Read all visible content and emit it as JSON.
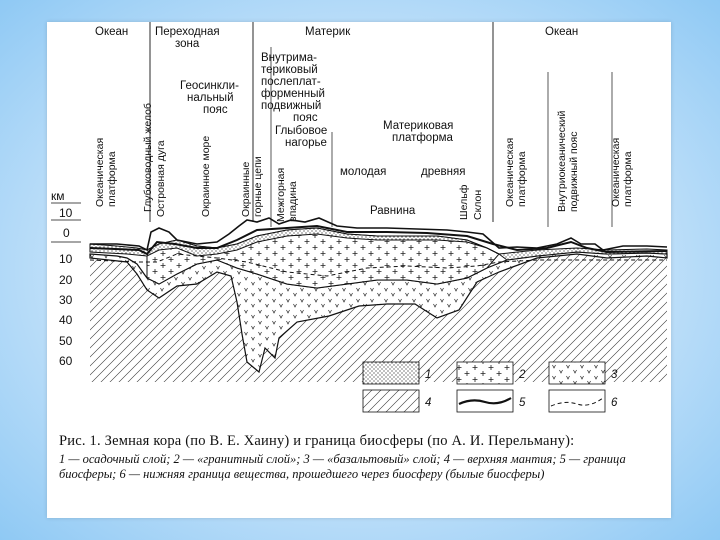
{
  "top_labels": {
    "ocean_left": "Океан",
    "transition_zone": [
      "Переходная",
      "зона"
    ],
    "continent": "Материк",
    "ocean_right": "Океан"
  },
  "zone_labels": {
    "geosyncline": [
      "Геосинкли-",
      "нальный",
      "пояс"
    ],
    "intracontinental": [
      "Внутрима-",
      "териковый",
      "послеплат-",
      "форменный",
      "подвижный",
      "пояс"
    ],
    "block_highlands": [
      "Глыбовое",
      "нагорье"
    ],
    "continental_platform": [
      "Материковая",
      "платформа"
    ],
    "young": "молодая",
    "ancient": "древняя",
    "plain": "Равнина"
  },
  "vertical_labels": {
    "oceanic_platform_left": [
      "Океаническая",
      "платформа"
    ],
    "deep_trench": "Глубоководный желоб",
    "island_arc": "Островная дуга",
    "marginal_sea": "Окраинное море",
    "marginal_mountains": [
      "Окраинные",
      "горные цепи"
    ],
    "intermontane": [
      "Межгорная",
      "впадина"
    ],
    "shelf": "Шельф",
    "slope": "Склон",
    "oceanic_platform_right1": [
      "Океаническая",
      "платформа"
    ],
    "intraoceanic_belt": [
      "Внутриокеанический",
      "подвижный пояс"
    ],
    "oceanic_platform_right2": [
      "Океаническая",
      "платформа"
    ]
  },
  "axis": {
    "unit": "км",
    "ticks": [
      "10",
      "0",
      "10",
      "20",
      "30",
      "40",
      "50",
      "60"
    ]
  },
  "legend": [
    {
      "num": "1",
      "pattern": "sediment"
    },
    {
      "num": "2",
      "pattern": "granite"
    },
    {
      "num": "3",
      "pattern": "basalt"
    },
    {
      "num": "4",
      "pattern": "mantle"
    },
    {
      "num": "5",
      "pattern": "biosphere-boundary"
    },
    {
      "num": "6",
      "pattern": "lower-boundary"
    }
  ],
  "caption": {
    "title": "Рис. 1. Земная кора (по В. Е. Хаину) и граница биосферы (по А. И. Перельману):",
    "body": "1 — осадочный слой; 2 — «гранитный слой»; 3 — «базальтовый» слой; 4 — верхняя мантия; 5 — граница биосферы; 6 — нижняя граница вещества, прошедшего через биосферу (былые биосферы)"
  },
  "colors": {
    "background": "#a9d5f7",
    "card": "#ffffff",
    "ink": "#111111"
  }
}
